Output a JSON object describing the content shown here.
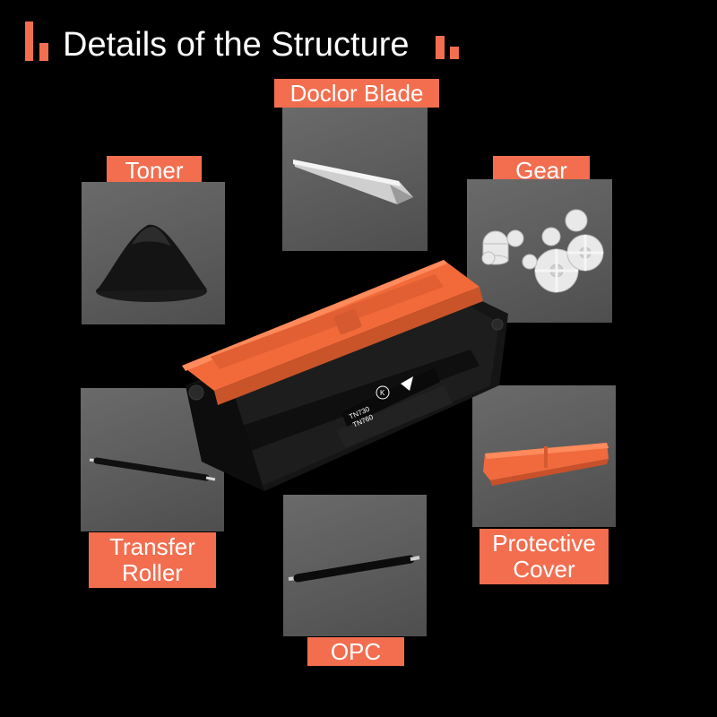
{
  "title": "Details of the Structure",
  "colors": {
    "accent": "#f26e4f",
    "background": "#000000",
    "panel": "#5e5e5e",
    "label_text": "#ffffff"
  },
  "parts": {
    "doclor_blade": {
      "label": "Doclor Blade"
    },
    "toner": {
      "label": "Toner"
    },
    "gear": {
      "label": "Gear"
    },
    "transfer_roller": {
      "label": "Transfer\nRoller"
    },
    "protective_cover": {
      "label": "Protective\nCover"
    },
    "opc": {
      "label": "OPC"
    }
  },
  "cartridge": {
    "model_line1": "TN730",
    "model_line2": "TN760",
    "badge": "K"
  }
}
